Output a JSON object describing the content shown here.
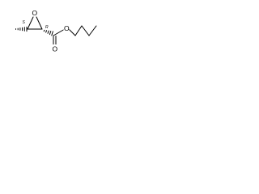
{
  "structure": {
    "atoms": {
      "epoxide_oxygen": "O",
      "ester_oxygen": "O",
      "carbonyl_oxygen": "O"
    },
    "stereo_descriptors": {
      "c3": "S",
      "c2": "R"
    },
    "bond_styles": {
      "methyl_to_c3": "hashed-wedge",
      "c2_to_carbonyl": "hashed-wedge",
      "carbonyl": "double"
    },
    "colors": {
      "ink": "#000000",
      "background": "#ffffff"
    }
  }
}
